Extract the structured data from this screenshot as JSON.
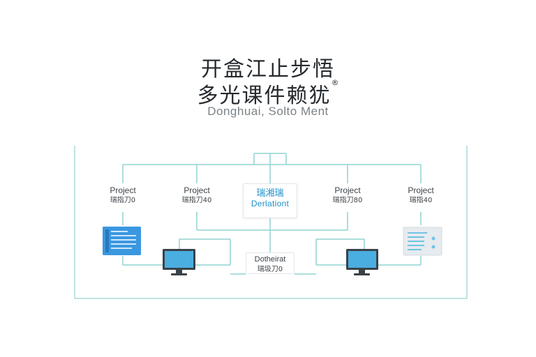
{
  "header": {
    "title_line1": "开盒江止步悟",
    "title_line2": "多光课件赖犹",
    "title_mark": "®",
    "subtitle": "Donghuai, Solto Ment"
  },
  "nodes": {
    "project1": {
      "line1": "Project",
      "line2": "瑞指刀0"
    },
    "project2": {
      "line1": "Project",
      "line2": "瑞指刀40"
    },
    "center": {
      "line1": "瑞湘瑞",
      "line2": "Derlationt"
    },
    "project3": {
      "line1": "Project",
      "line2": "瑞指刀80"
    },
    "project4": {
      "line1": "Project",
      "line2": "瑞指40"
    },
    "bottom": {
      "line1": "Dotheirat",
      "line2": "瑞圾刀0"
    }
  },
  "icons": {
    "left_document": "document-icon",
    "right_document": "document-icon",
    "monitor_left": "monitor-icon",
    "monitor_right": "monitor-icon"
  },
  "colors": {
    "connector": "#8fd3d0",
    "frame": "#a8dbd8",
    "accent_blue": "#1d8ec5",
    "doc_blue": "#3a98e0",
    "doc_gray": "#e6ebef"
  }
}
